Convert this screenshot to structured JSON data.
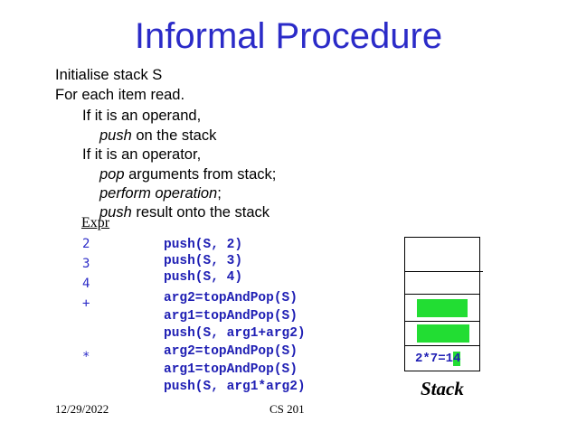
{
  "title": "Informal Procedure",
  "procedure": {
    "line1": "Initialise stack S",
    "line2": "For each item read.",
    "line3": "If it is an operand,",
    "line4_italic": "push",
    "line4_rest": " on the stack",
    "line5": "If it is an operator,",
    "line6_italic": "pop",
    "line6_rest": " arguments from stack;",
    "line7_italic": "perform operation",
    "line7_rest": ";",
    "line8_italic": "push",
    "line8_rest": " result onto the stack"
  },
  "expr_header": "Expr",
  "exprs": [
    "2",
    "3",
    "4",
    "+",
    "*"
  ],
  "code": [
    "push(S, 2)",
    "push(S, 3)",
    "push(S, 4)",
    "arg2=topAndPop(S)",
    "arg1=topAndPop(S)",
    "push(S, arg1+arg2)",
    "arg2=topAndPop(S)",
    "arg1=topAndPop(S)",
    "push(S, arg1*arg2)"
  ],
  "stack": {
    "result_prefix": "2*7=1",
    "result_highlight": "4",
    "label": "Stack",
    "highlight_color": "#22dd33"
  },
  "footer": {
    "date": "12/29/2022",
    "course": "CS 201"
  }
}
